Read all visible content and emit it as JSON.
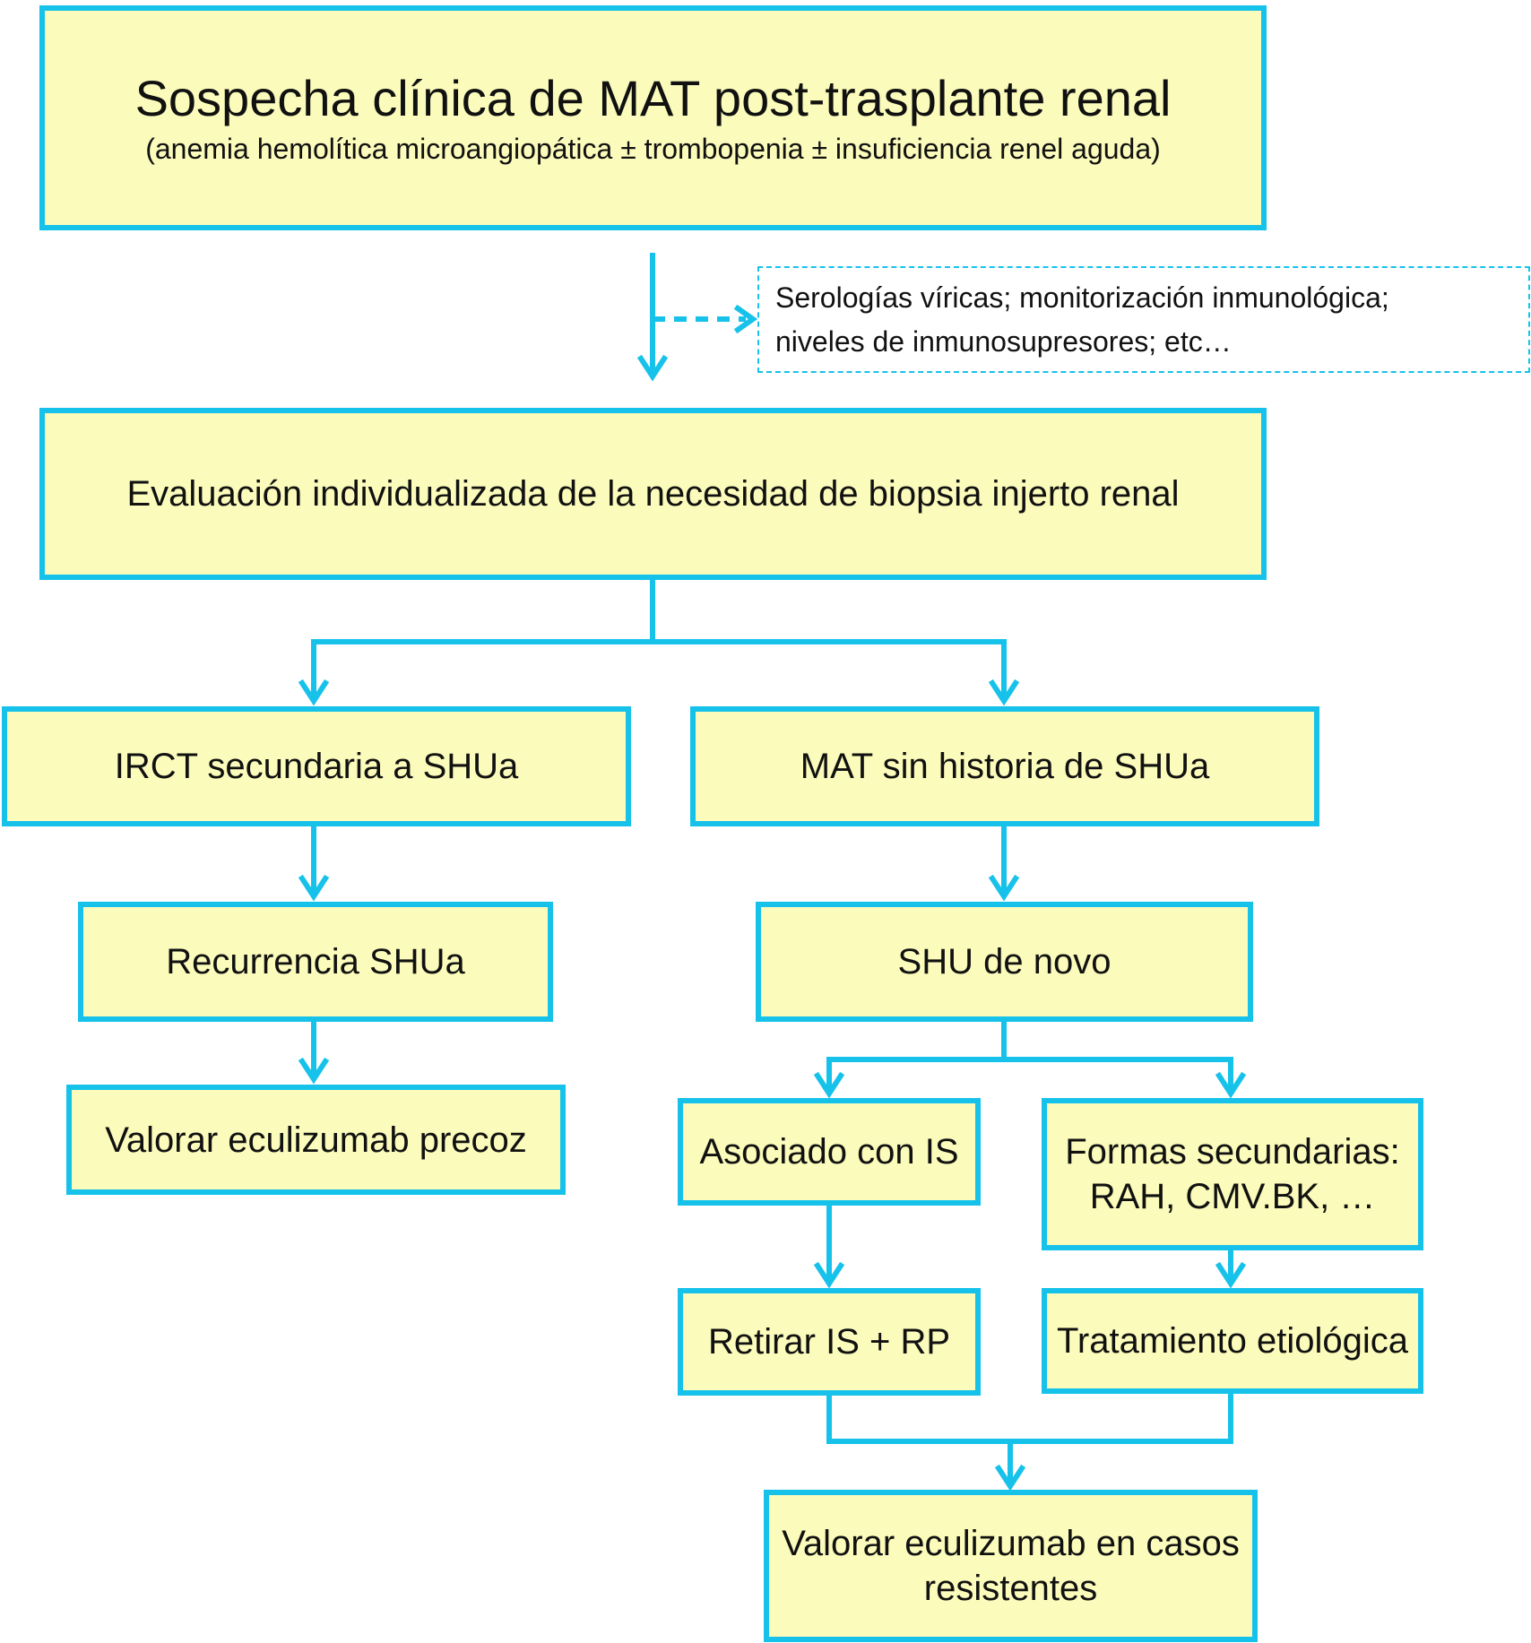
{
  "title": {
    "main": "Sospecha clínica de MAT post-trasplante renal",
    "sub": "(anemia hemolítica microangiopática ± trombopenia ± insuficiencia renel aguda)"
  },
  "side_note": {
    "line1": "Serologías víricas; monitorización inmunológica;",
    "line2": "niveles de inmunosupresores; etc…"
  },
  "evaluation": "Evaluación individualizada de la necesidad de biopsia injerto renal",
  "left_branch": {
    "header": "IRCT secundaria a SHUa",
    "step1": "Recurrencia SHUa",
    "step2": "Valorar eculizumab precoz"
  },
  "right_branch": {
    "header": "MAT sin historia de SHUa",
    "step1": "SHU de novo",
    "associated": "Asociado con IS",
    "withdraw": "Retirar IS + RP",
    "secondary_line1": "Formas secundarias:",
    "secondary_line2": "RAH, CMV.BK, …",
    "etiologic": "Tratamiento etiológica",
    "final_line1": "Valorar eculizumab en casos",
    "final_line2": "resistentes"
  },
  "colors": {
    "box_fill": "#fbfbbb",
    "accent": "#17c2ea"
  }
}
